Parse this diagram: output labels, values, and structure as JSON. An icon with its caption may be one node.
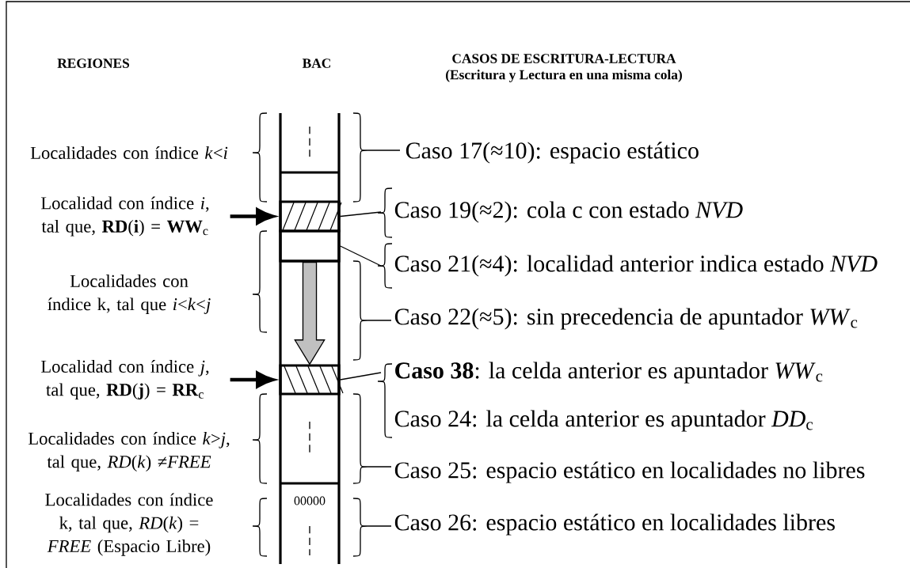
{
  "diagram": {
    "nodes": [
      {
        "text": [
          "Localidad con índice *i*, tal que, **RD**(**i**) = **WW**$_{c}$"
        ]
      },
      {
        "text": [],
        "shape": "box"
      },
      {
        "text": [],
        "shape": "box"
      },
      {
        "text": [
          "Localidad con índice *j*, tal que, **RD**(**j**) = **RR**$_{c}$"
        ]
      },
      {
        "text": [],
        "shape": "box"
      },
      {
        "text": [
          "Caso 19(≈2): cola c con estado *NVD*"
        ]
      },
      {
        "text": [
          "Caso 21(≈4): localidad anterior indica estado *NVD*"
        ]
      },
      {
        "text": [
          "**Caso 38**: la celda anterior es apuntador *WW*$_{c}$"
        ]
      }
    ],
    "edges": [
      {
        "from": 0,
        "to": 1,
        "arrow": "to",
        "style": "thick"
      },
      {
        "from": 3,
        "to": 4,
        "arrow": "to",
        "style": "thick"
      },
      {
        "from": 1,
        "to": 5,
        "arrow": "none"
      },
      {
        "from": 2,
        "to": 6,
        "arrow": "none"
      },
      {
        "from": 4,
        "to": 7,
        "arrow": "none"
      },
      {
        "from": 2,
        "to": 4,
        "arrow": "to",
        "style": "thick",
        "color": "#c0c0c0"
      }
    ],
    "labels": [
      "REGIONES",
      "BAC",
      "CASOS DE ESCRITURA-LECTURA",
      "(Escritura y Lectura en una misma cola)",
      "Localidades con índice *k*<*i*",
      "Caso 17(≈10): espacio estático",
      "Localidades con índice k, tal que *i*<*k*<*j*",
      "Caso 22(≈5): sin precedencia de apuntador *WW*$_{c}$",
      "Caso 24: la celda anterior es apuntador *DD*$_{c}$",
      "Localidades con índice *k*>*j*, tal que, *RD*(*k*) ≠*FREE*",
      "Caso 25: espacio estático en localidades no libres",
      "00000",
      "Localidades con índice k, tal que, *RD*(*k*) = *FREE* (Espacio Libre)",
      "Caso 26: espacio estático en localidades libres"
    ]
  }
}
